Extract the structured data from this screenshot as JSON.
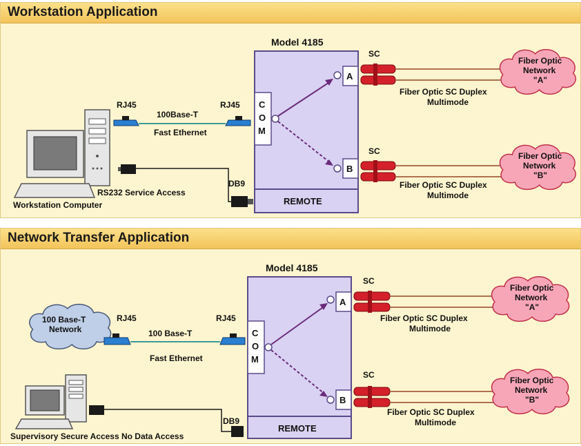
{
  "panel1": {
    "title": "Workstation Application",
    "model": "Model 4185",
    "com": [
      "C",
      "O",
      "M"
    ],
    "port_a": "A",
    "port_b": "B",
    "remote": "REMOTE",
    "rj45_left": "RJ45",
    "rj45_right": "RJ45",
    "link_type": "100Base-T",
    "link_name": "Fast Ethernet",
    "db9": "DB9",
    "service": "RS232 Service Access",
    "computer": "Workstation Computer",
    "sc_top": "SC",
    "sc_bottom": "SC",
    "fiber_top": [
      "Fiber Optic SC Duplex",
      "Multimode"
    ],
    "fiber_bottom": [
      "Fiber Optic SC Duplex",
      "Multimode"
    ],
    "cloud_a": [
      "Fiber Optic",
      "Network",
      "\"A\""
    ],
    "cloud_b": [
      "Fiber Optic",
      "Network",
      "\"B\""
    ]
  },
  "panel2": {
    "title": "Network Transfer Application",
    "model": "Model 4185",
    "com": [
      "C",
      "O",
      "M"
    ],
    "port_a": "A",
    "port_b": "B",
    "remote": "REMOTE",
    "network_cloud": [
      "100 Base-T",
      "Network"
    ],
    "rj45_left": "RJ45",
    "rj45_right": "RJ45",
    "link_type": "100 Base-T",
    "link_name": "Fast Ethernet",
    "db9": "DB9",
    "supervisory": "Supervisory Secure Access No Data Access",
    "sc_top": "SC",
    "sc_bottom": "SC",
    "fiber_top": [
      "Fiber Optic SC Duplex",
      "Multimode"
    ],
    "fiber_bottom": [
      "Fiber Optic SC Duplex",
      "Multimode"
    ],
    "cloud_a": [
      "Fiber Optic",
      "Network",
      "\"A\""
    ],
    "cloud_b": [
      "Fiber Optic",
      "Network",
      "\"B\""
    ]
  },
  "colors": {
    "panel_bg": "#fdf5cf",
    "header": "#f3c45a",
    "device": "#d9d2f2",
    "device_border": "#5a4a8a",
    "fiber_connector": "#d4202a",
    "cloud_pink": "#f7a6b8",
    "cloud_blue": "#bfcfe8",
    "ethernet": "#2b7fd0"
  }
}
